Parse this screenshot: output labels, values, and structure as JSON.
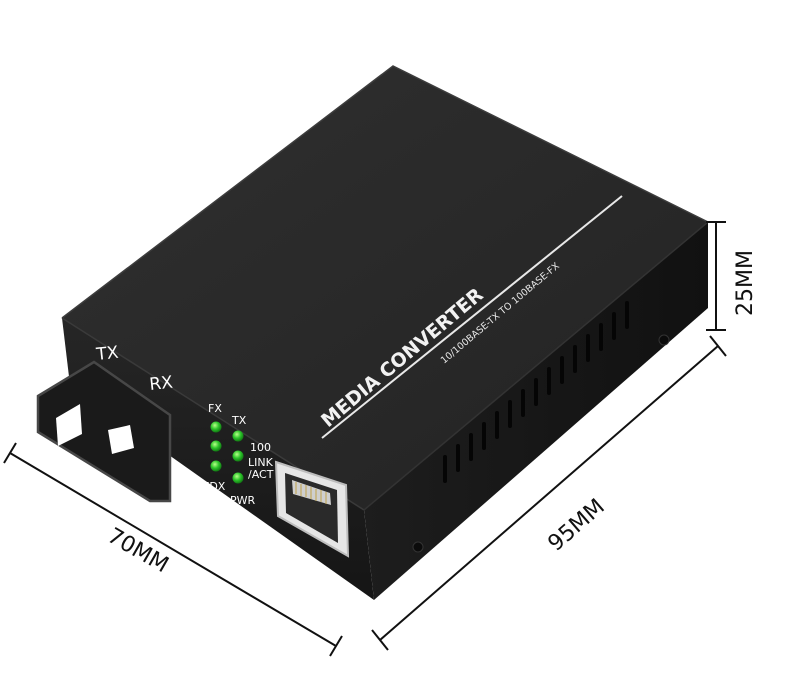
{
  "device": {
    "brand_title": "MEDIA CONVERTER",
    "brand_subtitle": "10/100BASE-TX TO 100BASE-FX",
    "port_labels": {
      "tx": "TX",
      "rx": "RX"
    },
    "led_labels": {
      "fx": "FX",
      "tx": "TX",
      "speed": "100",
      "link_line1": "LINK",
      "link_line2": "/ACT",
      "fdx": "FDX",
      "pwr": "PWR"
    },
    "led_color": "#22c22a",
    "body_color": "#1e1e1e"
  },
  "dimensions": {
    "width": "70MM",
    "length": "95MM",
    "height": "25MM"
  }
}
